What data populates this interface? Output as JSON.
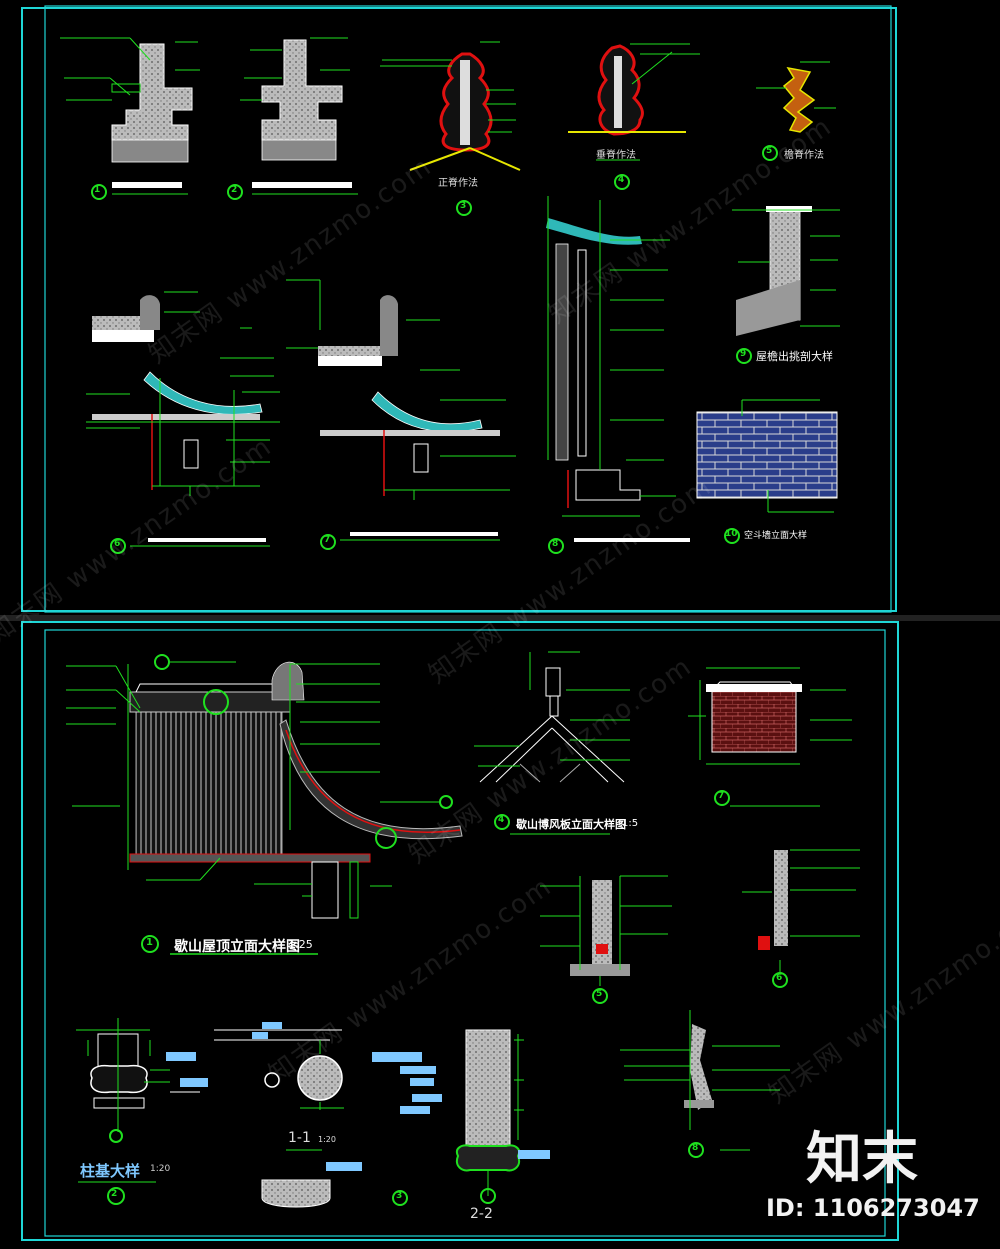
{
  "sheet": {
    "frame_color": "#1fd6d6",
    "line_color": "#1fe01f",
    "text_color": "#ffffff",
    "red_color": "#e01010",
    "yellow_color": "#e6e600",
    "blue_box_color": "#7fc8ff"
  },
  "top_panel": {
    "details": [
      {
        "no": "1"
      },
      {
        "no": "2"
      },
      {
        "no": "3",
        "caption": "正脊作法"
      },
      {
        "no": "4",
        "caption": "垂脊作法"
      },
      {
        "no": "5",
        "caption": "檐脊作法"
      },
      {
        "no": "6"
      },
      {
        "no": "7"
      },
      {
        "no": "8"
      },
      {
        "no": "9",
        "caption": "屋檐出挑剖大样"
      },
      {
        "no": "10",
        "caption": "空斗墙立面大样"
      }
    ]
  },
  "bottom_panel": {
    "main_elevation": {
      "no": "1",
      "caption": "歇山屋顶立面大样图",
      "scale": "1:25"
    },
    "gable_detail": {
      "no": "4",
      "caption": "歇山博风板立面大样图",
      "scale": "1:5"
    },
    "column_base": {
      "no": "2",
      "caption": "柱基大样",
      "scale": "1:20"
    },
    "section_1_1": {
      "caption": "1-1",
      "scale": "1:20"
    },
    "section_2_2": {
      "caption": "2-2"
    },
    "section_3": {
      "no": "3"
    },
    "small_details": [
      {
        "no": "5"
      },
      {
        "no": "6"
      },
      {
        "no": "7"
      },
      {
        "no": "8"
      }
    ]
  },
  "branding": {
    "logo": "知末",
    "watermark": "知末网 www.znzmo.com",
    "id_text": "ID: 1106273047"
  }
}
